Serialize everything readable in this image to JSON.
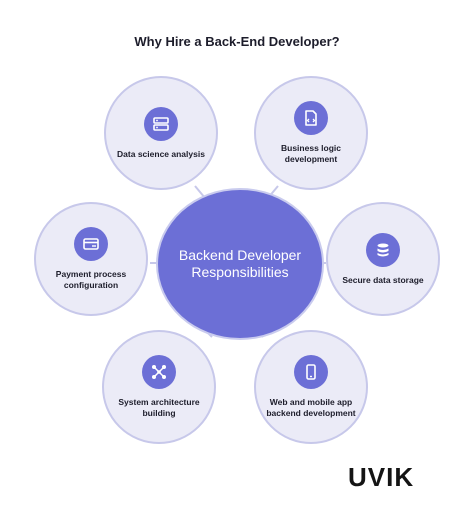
{
  "title": "Why Hire a Back-End Developer?",
  "center": {
    "label": "Backend Developer Responsibilities"
  },
  "nodes": [
    {
      "label": "Data science analysis",
      "icon": "server-icon"
    },
    {
      "label": "Business logic development",
      "icon": "document-code-icon"
    },
    {
      "label": "Payment process configuration",
      "icon": "card-icon"
    },
    {
      "label": "Secure data storage",
      "icon": "database-icon"
    },
    {
      "label": "System architecture building",
      "icon": "network-icon"
    },
    {
      "label": "Web and mobile app backend development",
      "icon": "mobile-icon"
    }
  ],
  "logo": "UVIK",
  "colors": {
    "accent": "#6c6fd6",
    "node_fill": "#ebebf7",
    "node_border": "#c7c8ea",
    "text": "#1d1d2b"
  }
}
